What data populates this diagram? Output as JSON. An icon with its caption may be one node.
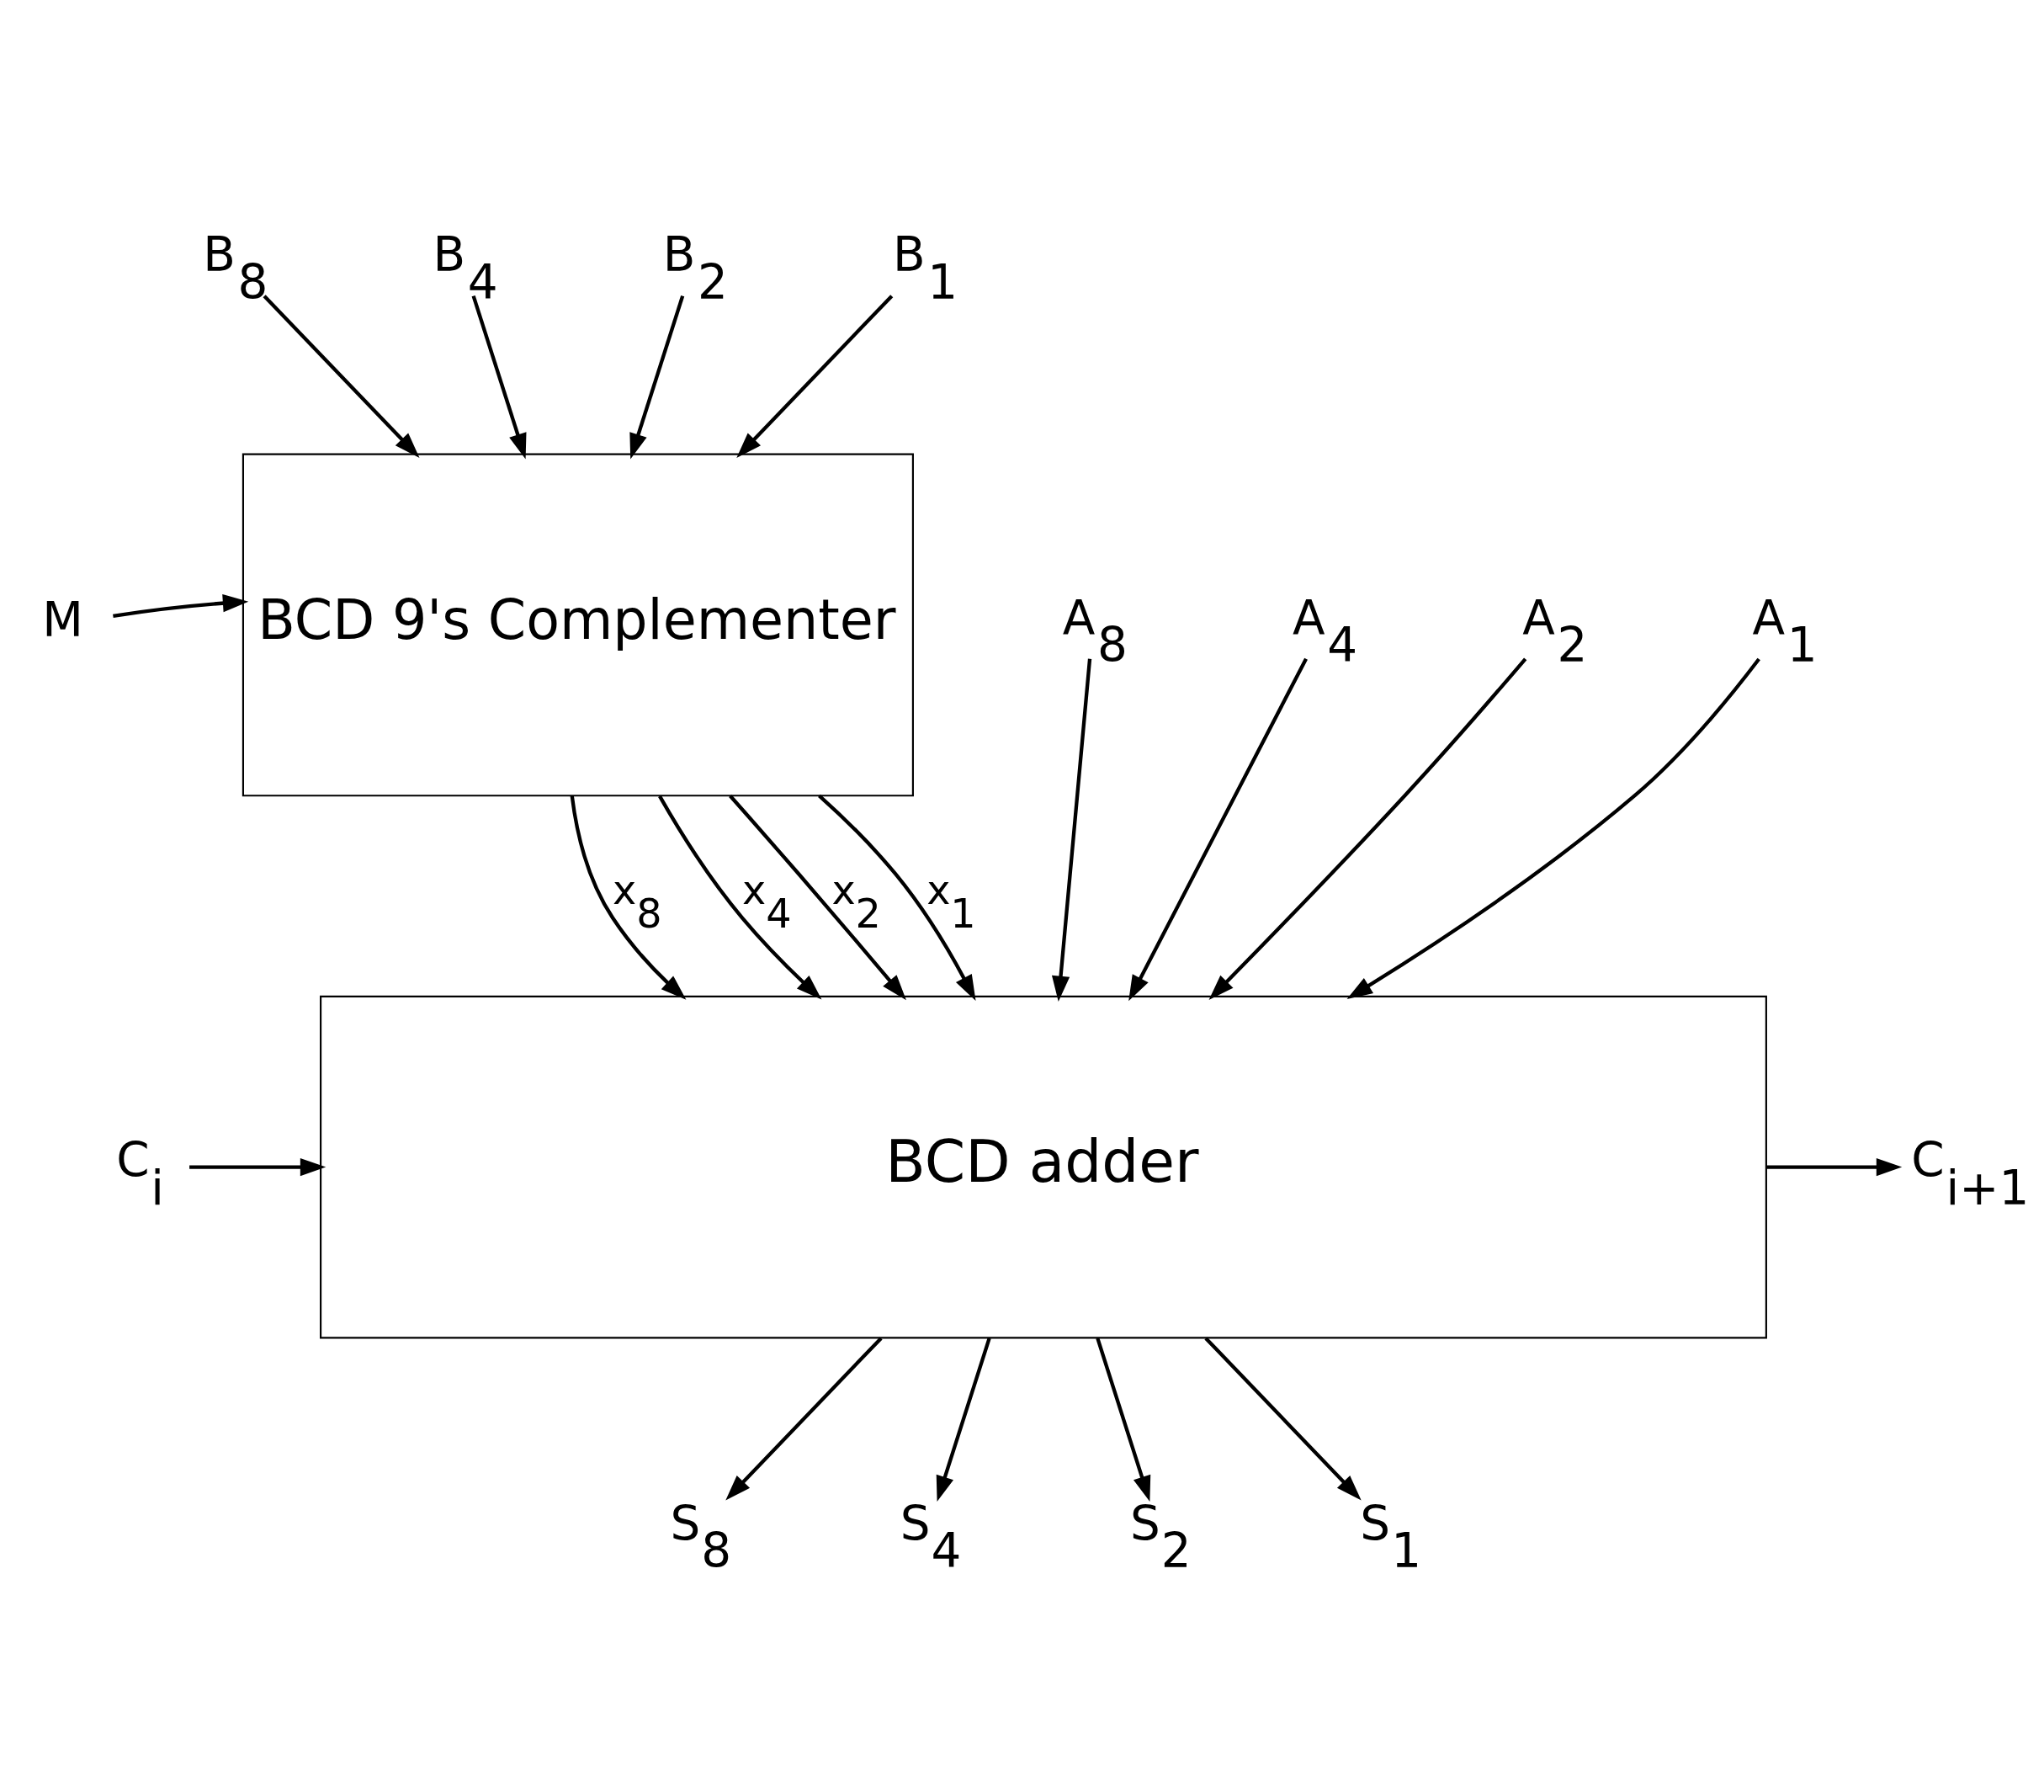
{
  "diagram": {
    "nodes": [
      {
        "text": [
          "B$_{8}$"
        ]
      },
      {
        "text": [
          "B$_{4}$"
        ]
      },
      {
        "text": [
          "B$_{2}$"
        ]
      },
      {
        "text": [
          "B$_{1}$"
        ]
      },
      {
        "text": [
          "M"
        ]
      },
      {
        "text": [
          "BCD 9's Complementer"
        ]
      },
      {
        "text": [
          "A$_{8}$"
        ]
      },
      {
        "text": [
          "A$_{4}$"
        ]
      },
      {
        "text": [
          "A$_{2}$"
        ]
      },
      {
        "text": [
          "A$_{1}$"
        ]
      },
      {
        "text": [
          "BCD adder"
        ]
      },
      {
        "text": [
          "C$_{i}$"
        ]
      },
      {
        "text": [
          "C$_{i+1}$"
        ]
      },
      {
        "text": [
          "S$_{8}$"
        ]
      },
      {
        "text": [
          "S$_{4}$"
        ]
      },
      {
        "text": [
          "S$_{2}$"
        ]
      },
      {
        "text": [
          "S$_{1}$"
        ]
      }
    ],
    "edges": [
      {
        "from": 0,
        "to": 5,
        "arrow": "to"
      },
      {
        "from": 1,
        "to": 5,
        "arrow": "to"
      },
      {
        "from": 2,
        "to": 5,
        "arrow": "to"
      },
      {
        "from": 3,
        "to": 5,
        "arrow": "to"
      },
      {
        "from": 4,
        "to": 5,
        "arrow": "to"
      },
      {
        "from": 5,
        "to": 10,
        "arrow": "to",
        "label": "x$_{8}$"
      },
      {
        "from": 5,
        "to": 10,
        "arrow": "to",
        "label": "x$_{4}$"
      },
      {
        "from": 5,
        "to": 10,
        "arrow": "to",
        "label": "x$_{2}$"
      },
      {
        "from": 5,
        "to": 10,
        "arrow": "to",
        "label": "x$_{1}$"
      },
      {
        "from": 6,
        "to": 10,
        "arrow": "to"
      },
      {
        "from": 7,
        "to": 10,
        "arrow": "to"
      },
      {
        "from": 8,
        "to": 10,
        "arrow": "to"
      },
      {
        "from": 9,
        "to": 10,
        "arrow": "to"
      },
      {
        "from": 11,
        "to": 10,
        "arrow": "to"
      },
      {
        "from": 10,
        "to": 12,
        "arrow": "to"
      },
      {
        "from": 10,
        "to": 13,
        "arrow": "to"
      },
      {
        "from": 10,
        "to": 14,
        "arrow": "to"
      },
      {
        "from": 10,
        "to": 15,
        "arrow": "to"
      },
      {
        "from": 10,
        "to": 16,
        "arrow": "to"
      }
    ]
  }
}
